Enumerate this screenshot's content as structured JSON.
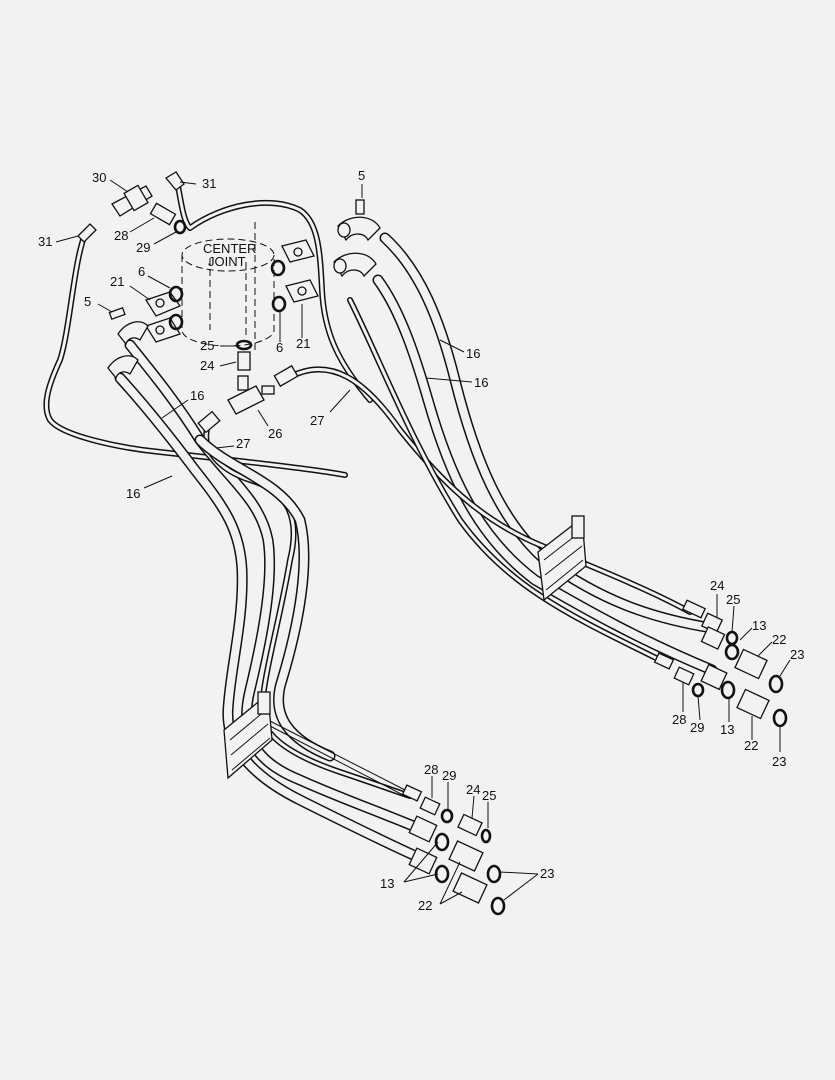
{
  "center_joint": {
    "line1": "CENTER",
    "line2": "JOINT"
  },
  "callouts": [
    "30",
    "31",
    "31",
    "28",
    "29",
    "5",
    "21",
    "6",
    "5",
    "25",
    "24",
    "6",
    "21",
    "16",
    "16",
    "16",
    "27",
    "26",
    "27",
    "16",
    "24",
    "25",
    "13",
    "22",
    "23",
    "28",
    "29",
    "13",
    "22",
    "23",
    "28",
    "29",
    "24",
    "25",
    "13",
    "22",
    "23"
  ]
}
